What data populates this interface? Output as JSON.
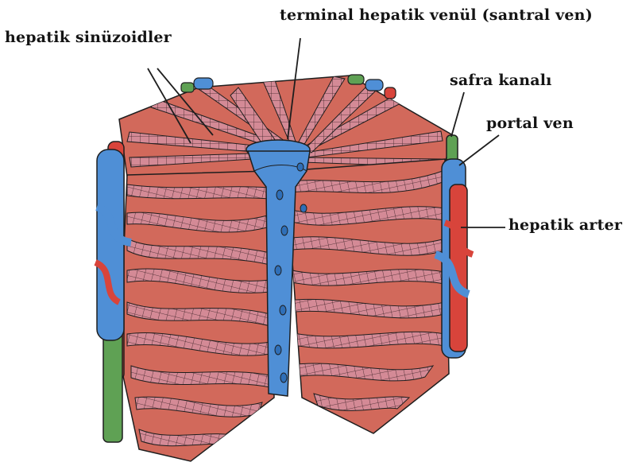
{
  "labels": {
    "central_vein": "terminal hepatik venül (santral ven)",
    "sinusoids": "hepatik sinüzoidler",
    "bile_duct": "safra kanalı",
    "portal_vein": "portal ven",
    "hepatic_artery": "hepatik arter"
  },
  "colors": {
    "hepatocyte": "#d48a96",
    "sinusoid": "#d2695b",
    "vein_blue": "#4f8fd6",
    "bile_green": "#5fa154",
    "artery_red": "#d8443b",
    "outline": "#1e1e1e",
    "background": "#ffffff"
  }
}
